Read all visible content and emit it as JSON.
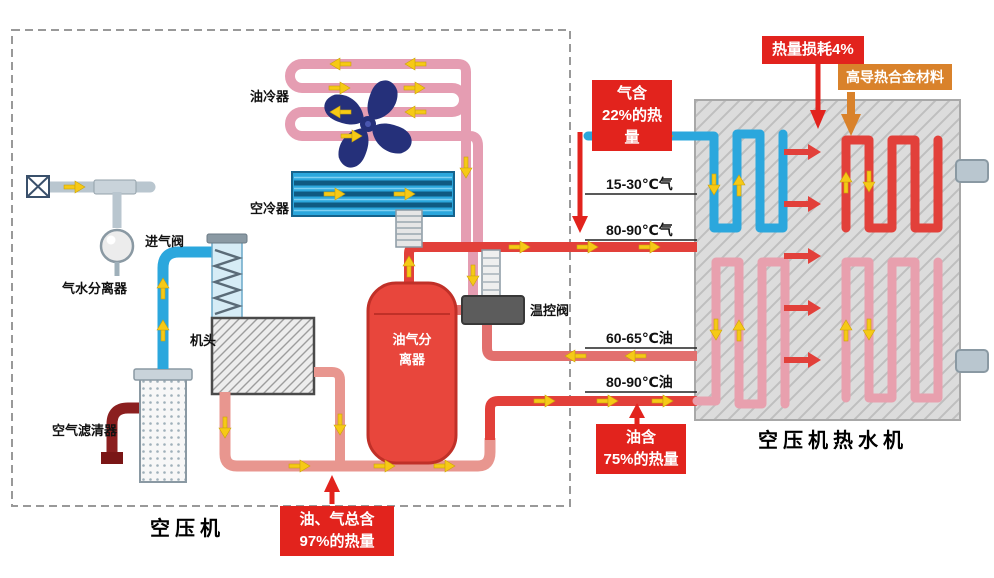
{
  "labels": {
    "oil_cooler": "油冷器",
    "air_cooler": "空冷器",
    "intake_valve": "进气阀",
    "water_separator": "气水分离器",
    "machine_head": "机头",
    "air_filter": "空气滤清器",
    "oil_gas_separator": "油气分离器",
    "temp_control_valve": "温控阀",
    "compressor": "空压机",
    "hot_water_machine": "空压机热水机"
  },
  "pipes": {
    "cold_gas": "15-30℃气",
    "hot_gas": "80-90℃气",
    "warm_oil": "60-65℃油",
    "hot_oil": "80-90℃油"
  },
  "callouts": {
    "heat_loss": "热量损耗4%",
    "alloy": "高导热合金材料",
    "gas_heat_line1": "气含",
    "gas_heat_line2": "22%的热量",
    "oil_heat_line1": "油含",
    "oil_heat_line2": "75%的热量",
    "total_heat_line1": "油、气总含",
    "total_heat_line2": "97%的热量"
  },
  "colors": {
    "callout_red": "#e2231d",
    "callout_orange": "#d9822b",
    "pipe_blue": "#2ba7dd",
    "pipe_pink": "#e59db2",
    "pipe_red": "#e2403a",
    "pipe_salmon": "#e8968f",
    "vessel_red": "#e8463c",
    "fan_navy": "#25307a",
    "flow_arrow_yellow": "#f6c916",
    "hx_gray": "#dcdcdc"
  }
}
